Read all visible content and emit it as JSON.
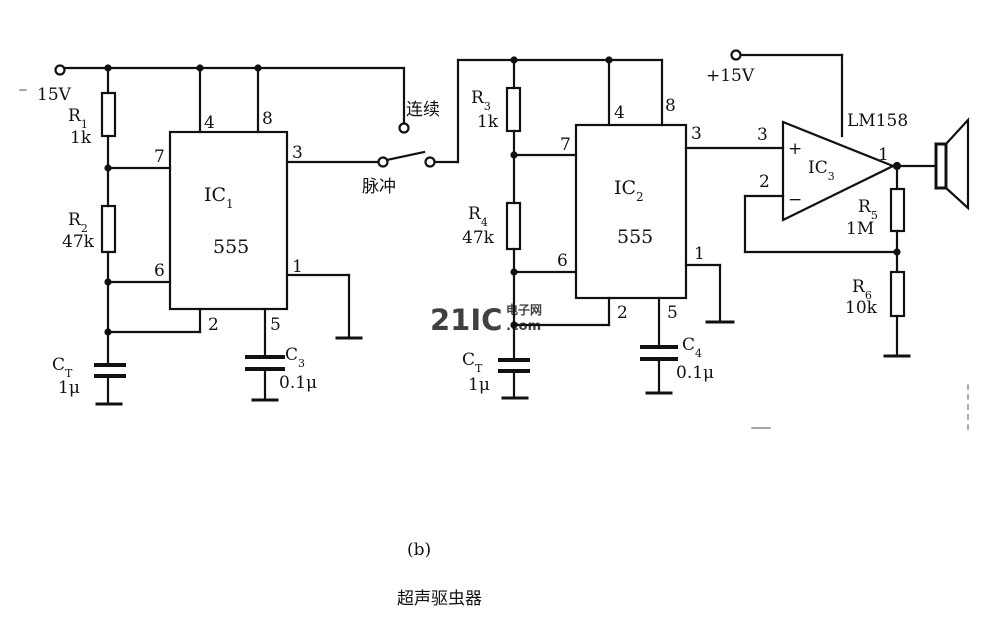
{
  "supply_left": "15V",
  "supply_right": "+15V",
  "ic1": {
    "name": "IC",
    "sub": "1",
    "type": "555"
  },
  "ic2": {
    "name": "IC",
    "sub": "2",
    "type": "555"
  },
  "ic3": {
    "name": "IC",
    "sub": "3",
    "part": "LM158",
    "plus": "+",
    "minus": "−"
  },
  "pins": {
    "p1": "1",
    "p2": "2",
    "p3": "3",
    "p4": "4",
    "p5": "5",
    "p6": "6",
    "p7": "7",
    "p8": "8"
  },
  "r1": {
    "name": "R",
    "sub": "1",
    "value": "1k"
  },
  "r2": {
    "name": "R",
    "sub": "2",
    "value": "47k"
  },
  "r3": {
    "name": "R",
    "sub": "3",
    "value": "1k"
  },
  "r4": {
    "name": "R",
    "sub": "4",
    "value": "47k"
  },
  "r5": {
    "name": "R",
    "sub": "5",
    "value": "1M"
  },
  "r6": {
    "name": "R",
    "sub": "6",
    "value": "10k"
  },
  "ct1": {
    "name": "C",
    "sub": "T",
    "value": "1μ"
  },
  "ct2": {
    "name": "C",
    "sub": "T",
    "value": "1μ"
  },
  "c3": {
    "name": "C",
    "sub": "3",
    "value": "0.1μ"
  },
  "c4": {
    "name": "C",
    "sub": "4",
    "value": "0.1μ"
  },
  "switch": {
    "continuous": "连续",
    "pulse": "脉冲"
  },
  "caption": {
    "label": "(b)",
    "title": "超声驱虫器"
  },
  "watermark": {
    "brand": "21IC",
    "cn": "电子网",
    "dom": ".com",
    "color": "#e8186e"
  }
}
